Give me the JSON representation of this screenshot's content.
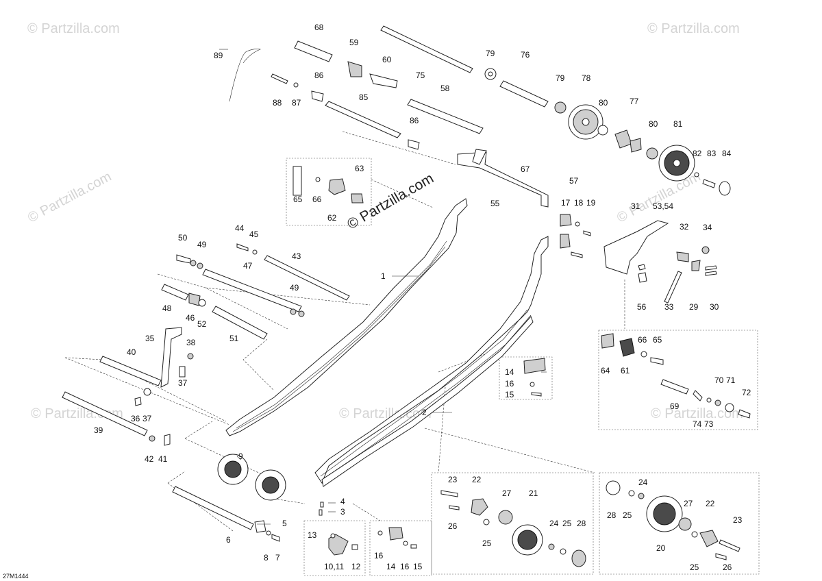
{
  "watermark": {
    "text": "© Partzilla.com",
    "main_text": "© Partzilla.com"
  },
  "diagram_code": "27M1444",
  "callouts": [
    {
      "id": "c1",
      "text": "1"
    },
    {
      "id": "c2",
      "text": "2"
    },
    {
      "id": "c3",
      "text": "3"
    },
    {
      "id": "c4",
      "text": "4"
    },
    {
      "id": "c5",
      "text": "5"
    },
    {
      "id": "c6",
      "text": "6"
    },
    {
      "id": "c7",
      "text": "7"
    },
    {
      "id": "c8",
      "text": "8"
    },
    {
      "id": "c9",
      "text": "9"
    },
    {
      "id": "c1011",
      "text": "10,11"
    },
    {
      "id": "c12",
      "text": "12"
    },
    {
      "id": "c13",
      "text": "13"
    },
    {
      "id": "c14a",
      "text": "14"
    },
    {
      "id": "c14b",
      "text": "14"
    },
    {
      "id": "c15a",
      "text": "15"
    },
    {
      "id": "c15b",
      "text": "15"
    },
    {
      "id": "c16a",
      "text": "16"
    },
    {
      "id": "c16b",
      "text": "16"
    },
    {
      "id": "c16c",
      "text": "16"
    },
    {
      "id": "c17",
      "text": "17"
    },
    {
      "id": "c18",
      "text": "18"
    },
    {
      "id": "c19",
      "text": "19"
    },
    {
      "id": "c20",
      "text": "20"
    },
    {
      "id": "c21",
      "text": "21"
    },
    {
      "id": "c22a",
      "text": "22"
    },
    {
      "id": "c22b",
      "text": "22"
    },
    {
      "id": "c23a",
      "text": "23"
    },
    {
      "id": "c23b",
      "text": "23"
    },
    {
      "id": "c24a",
      "text": "24"
    },
    {
      "id": "c24b",
      "text": "24"
    },
    {
      "id": "c25a",
      "text": "25"
    },
    {
      "id": "c25b",
      "text": "25"
    },
    {
      "id": "c25c",
      "text": "25"
    },
    {
      "id": "c25d",
      "text": "25"
    },
    {
      "id": "c26a",
      "text": "26"
    },
    {
      "id": "c26b",
      "text": "26"
    },
    {
      "id": "c27a",
      "text": "27"
    },
    {
      "id": "c27b",
      "text": "27"
    },
    {
      "id": "c28a",
      "text": "28"
    },
    {
      "id": "c28b",
      "text": "28"
    },
    {
      "id": "c29",
      "text": "29"
    },
    {
      "id": "c30",
      "text": "30"
    },
    {
      "id": "c31",
      "text": "31"
    },
    {
      "id": "c32",
      "text": "32"
    },
    {
      "id": "c33",
      "text": "33"
    },
    {
      "id": "c34",
      "text": "34"
    },
    {
      "id": "c35",
      "text": "35"
    },
    {
      "id": "c36",
      "text": "36"
    },
    {
      "id": "c37a",
      "text": "37"
    },
    {
      "id": "c37b",
      "text": "37"
    },
    {
      "id": "c38",
      "text": "38"
    },
    {
      "id": "c39",
      "text": "39"
    },
    {
      "id": "c40",
      "text": "40"
    },
    {
      "id": "c41",
      "text": "41"
    },
    {
      "id": "c42",
      "text": "42"
    },
    {
      "id": "c43",
      "text": "43"
    },
    {
      "id": "c44",
      "text": "44"
    },
    {
      "id": "c45",
      "text": "45"
    },
    {
      "id": "c46",
      "text": "46"
    },
    {
      "id": "c47",
      "text": "47"
    },
    {
      "id": "c48",
      "text": "48"
    },
    {
      "id": "c49a",
      "text": "49"
    },
    {
      "id": "c49b",
      "text": "49"
    },
    {
      "id": "c50",
      "text": "50"
    },
    {
      "id": "c51",
      "text": "51"
    },
    {
      "id": "c52",
      "text": "52"
    },
    {
      "id": "c5354",
      "text": "53,54"
    },
    {
      "id": "c55",
      "text": "55"
    },
    {
      "id": "c56",
      "text": "56"
    },
    {
      "id": "c57",
      "text": "57"
    },
    {
      "id": "c58",
      "text": "58"
    },
    {
      "id": "c59",
      "text": "59"
    },
    {
      "id": "c60",
      "text": "60"
    },
    {
      "id": "c61",
      "text": "61"
    },
    {
      "id": "c62",
      "text": "62"
    },
    {
      "id": "c63",
      "text": "63"
    },
    {
      "id": "c64",
      "text": "64"
    },
    {
      "id": "c65a",
      "text": "65"
    },
    {
      "id": "c65b",
      "text": "65"
    },
    {
      "id": "c66a",
      "text": "66"
    },
    {
      "id": "c66b",
      "text": "66"
    },
    {
      "id": "c67",
      "text": "67"
    },
    {
      "id": "c68",
      "text": "68"
    },
    {
      "id": "c69",
      "text": "69"
    },
    {
      "id": "c70",
      "text": "70"
    },
    {
      "id": "c71",
      "text": "71"
    },
    {
      "id": "c72",
      "text": "72"
    },
    {
      "id": "c73",
      "text": "73"
    },
    {
      "id": "c74",
      "text": "74"
    },
    {
      "id": "c75",
      "text": "75"
    },
    {
      "id": "c76",
      "text": "76"
    },
    {
      "id": "c77",
      "text": "77"
    },
    {
      "id": "c78",
      "text": "78"
    },
    {
      "id": "c79a",
      "text": "79"
    },
    {
      "id": "c79b",
      "text": "79"
    },
    {
      "id": "c80a",
      "text": "80"
    },
    {
      "id": "c80b",
      "text": "80"
    },
    {
      "id": "c81",
      "text": "81"
    },
    {
      "id": "c82",
      "text": "82"
    },
    {
      "id": "c83",
      "text": "83"
    },
    {
      "id": "c84",
      "text": "84"
    },
    {
      "id": "c85",
      "text": "85"
    },
    {
      "id": "c86a",
      "text": "86"
    },
    {
      "id": "c86b",
      "text": "86"
    },
    {
      "id": "c87",
      "text": "87"
    },
    {
      "id": "c88",
      "text": "88"
    },
    {
      "id": "c89",
      "text": "89"
    }
  ]
}
